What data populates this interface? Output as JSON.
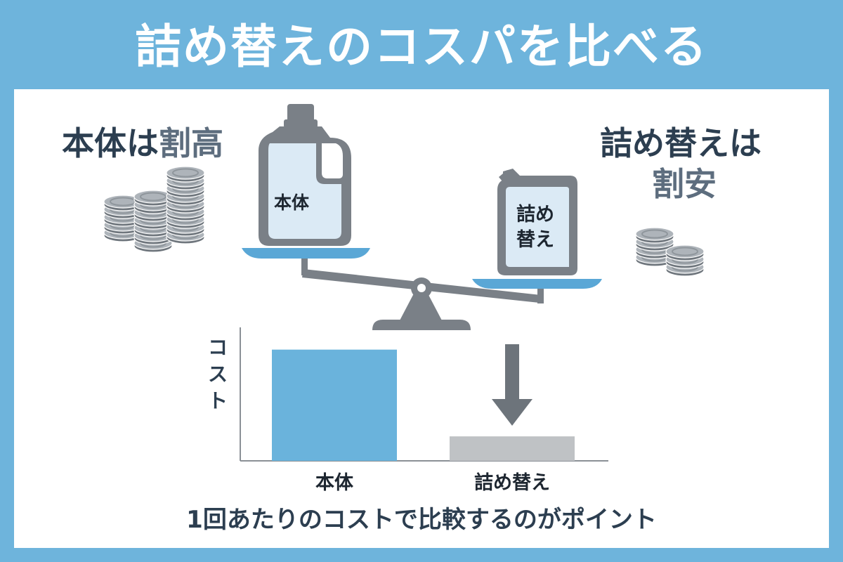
{
  "title": "詰め替えのコスパを比べる",
  "left_heading": {
    "part1": "本体は",
    "part2": "割高"
  },
  "right_heading": {
    "line1": "詰め替えは",
    "line2": "割安"
  },
  "bottle_label": "本体",
  "pouch_label": {
    "line1": "詰め",
    "line2": "替え"
  },
  "chart": {
    "y_label": "コスト",
    "bars": [
      {
        "label": "本体"
      },
      {
        "label": "詰め替え"
      }
    ]
  },
  "chart_data": {
    "type": "bar",
    "categories": [
      "本体",
      "詰め替え"
    ],
    "values": [
      100,
      22
    ],
    "title": "",
    "xlabel": "",
    "ylabel": "コスト",
    "ylim": [
      0,
      120
    ],
    "colors": [
      "#6ab3dc",
      "#bfc2c5"
    ]
  },
  "footer": "1回あたりのコストで比較するのがポイント",
  "colors": {
    "background": "#6eb4dc",
    "panel": "#ffffff",
    "blue_bar": "#6ab3dc",
    "gray_bar": "#bfc2c5",
    "gray_dark": "#7a8087",
    "text_dark": "#2c3e50",
    "text_muted": "#5d6d7e"
  }
}
